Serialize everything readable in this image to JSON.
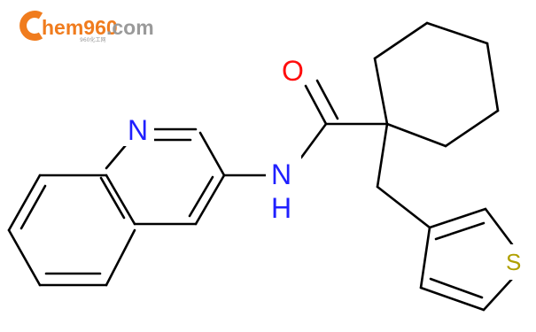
{
  "watermark": {
    "brand_prefix": "C",
    "brand_text": "hem960",
    "brand_suffix": ".com",
    "subtitle": "960化工网",
    "brand_color": "#f07c1e",
    "suffix_color": "#9a9a9a"
  },
  "molecule": {
    "bond_color": "#000000",
    "nitrogen_color": "#2020ff",
    "oxygen_color": "#ff0d0d",
    "sulfur_color": "#b0a000",
    "atoms": {
      "ring_nitrogen": "N",
      "amide_nitrogen": "N",
      "amide_hydrogen": "H",
      "oxygen": "O",
      "sulfur": "S"
    }
  }
}
